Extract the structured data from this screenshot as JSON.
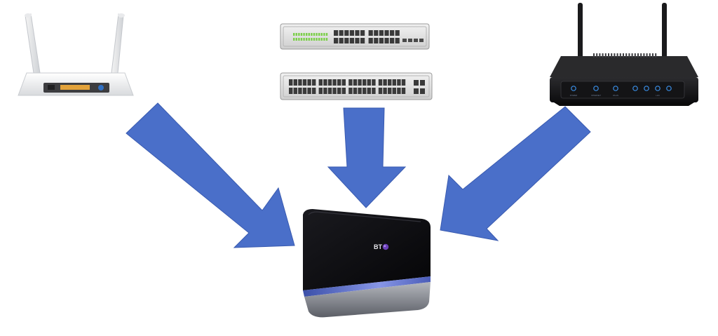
{
  "diagram": {
    "devices": [
      {
        "id": "white-router",
        "kind": "router",
        "antennas": 2,
        "color": "white"
      },
      {
        "id": "switch-top",
        "kind": "network-switch",
        "ports": 24
      },
      {
        "id": "switch-bottom",
        "kind": "network-switch",
        "ports": 48
      },
      {
        "id": "black-router",
        "kind": "router",
        "antennas": 2,
        "color": "black",
        "indicator_labels": [
          "POWER",
          "INTERNET",
          "WLAN",
          "LAN"
        ]
      },
      {
        "id": "bt-hub",
        "kind": "home-hub",
        "color": "black",
        "brand_text": "BT"
      }
    ],
    "arrows": [
      {
        "from": "white-router",
        "to": "bt-hub"
      },
      {
        "from": "switch-bottom",
        "to": "bt-hub"
      },
      {
        "from": "black-router",
        "to": "bt-hub"
      }
    ],
    "colors": {
      "arrow": "#4a6fc9",
      "arrow_stroke": "#3a5bb0",
      "hub_body": "#0b0b0f",
      "hub_stripe": "#6a7fd8",
      "black_router_led": "#3a8ee6",
      "switch_green_led": "#7ccf4a"
    }
  }
}
